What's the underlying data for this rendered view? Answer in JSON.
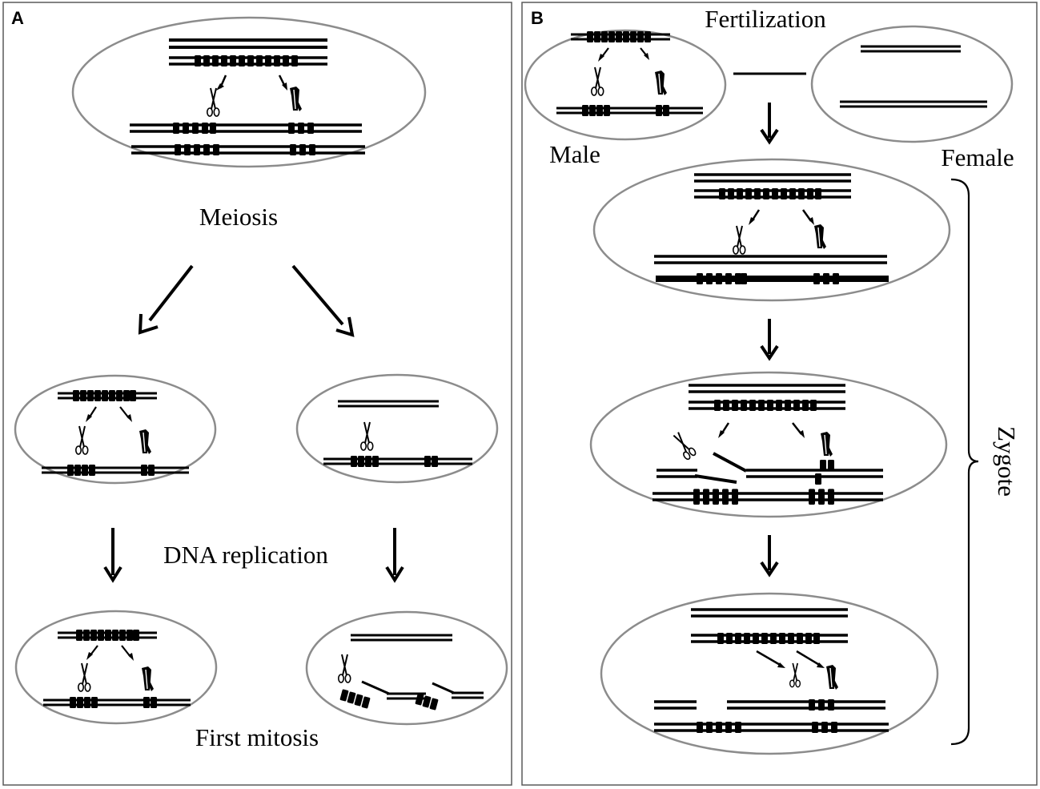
{
  "panels": {
    "a": {
      "letter": "A",
      "labels": {
        "meiosis": "Meiosis",
        "dna_replication": "DNA replication",
        "first_mitosis": "First mitosis"
      }
    },
    "b": {
      "letter": "B",
      "labels": {
        "fertilization": "Fertilization",
        "male": "Male",
        "female": "Female",
        "zygote": "Zygote"
      }
    }
  },
  "icons": {
    "cutter": "scissors-icon",
    "blocker": "stapler-icon",
    "gene_cluster": "gene-block-icon"
  },
  "colors": {
    "ink": "#000000",
    "cell_outline": "#8c8c8c",
    "panel_border": "#5a5a5a"
  }
}
